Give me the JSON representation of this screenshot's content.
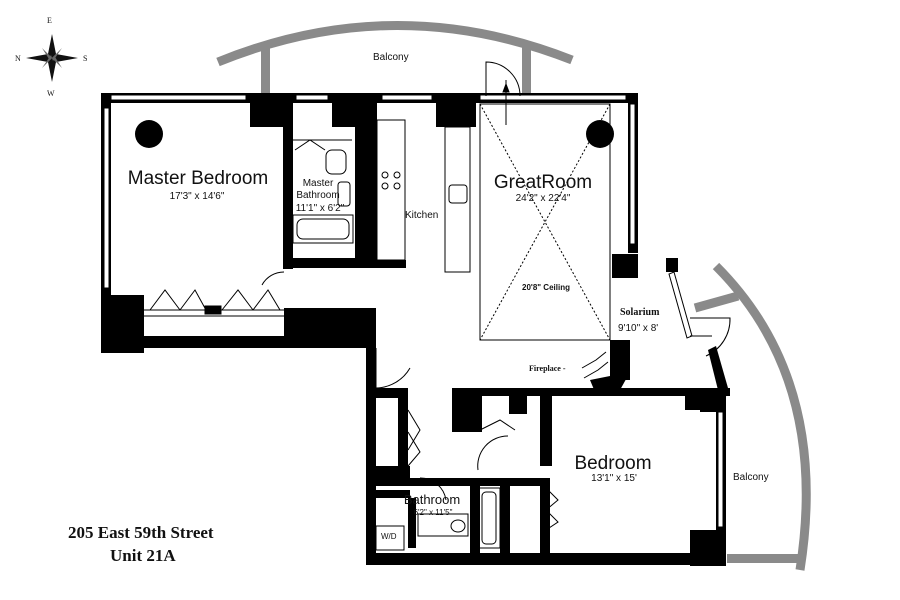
{
  "compass": {
    "n": "N",
    "e": "E",
    "s": "S",
    "w": "W"
  },
  "rooms": {
    "balcony_top": {
      "name": "Balcony"
    },
    "balcony_right": {
      "name": "Balcony"
    },
    "master_bedroom": {
      "name": "Master Bedroom",
      "dims": "17'3\" x 14'6\""
    },
    "master_bathroom": {
      "name_line1": "Master",
      "name_line2": "Bathroom",
      "dims": "11'1\" x 6'2\""
    },
    "kitchen": {
      "name": "Kitchen"
    },
    "great_room": {
      "name": "GreatRoom",
      "dims": "24'2\" x 22'4\"",
      "ceiling": "20'8\" Ceiling"
    },
    "solarium": {
      "name": "Solarium",
      "dims": "9'10\" x 8'"
    },
    "fireplace": {
      "name": "Fireplace -"
    },
    "bedroom": {
      "name": "Bedroom",
      "dims": "13'1\" x 15'"
    },
    "bathroom": {
      "name": "Bathroom",
      "dims": "6'2\" x 11'5\""
    },
    "wd": {
      "name": "W/D"
    }
  },
  "address": {
    "line1": "205 East 59th Street",
    "line2": "Unit 21A"
  }
}
